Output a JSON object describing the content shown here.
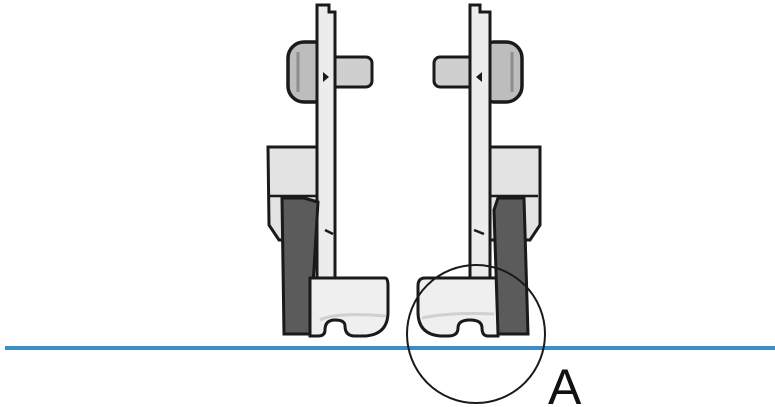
{
  "diagram": {
    "callout": {
      "label": "A"
    },
    "colors": {
      "surface_line": "#3b8fc7",
      "outline": "#1a1a1a",
      "metal_fill": "#e6e6e6",
      "metal_light": "#f4f4f4",
      "screw_fill": "#c8c8c8",
      "shank_fill": "#5b5b5b",
      "background": "#ffffff"
    },
    "parts": [
      "left-presser-foot",
      "right-presser-foot",
      "fabric-surface-line",
      "detail-circle-a"
    ]
  }
}
